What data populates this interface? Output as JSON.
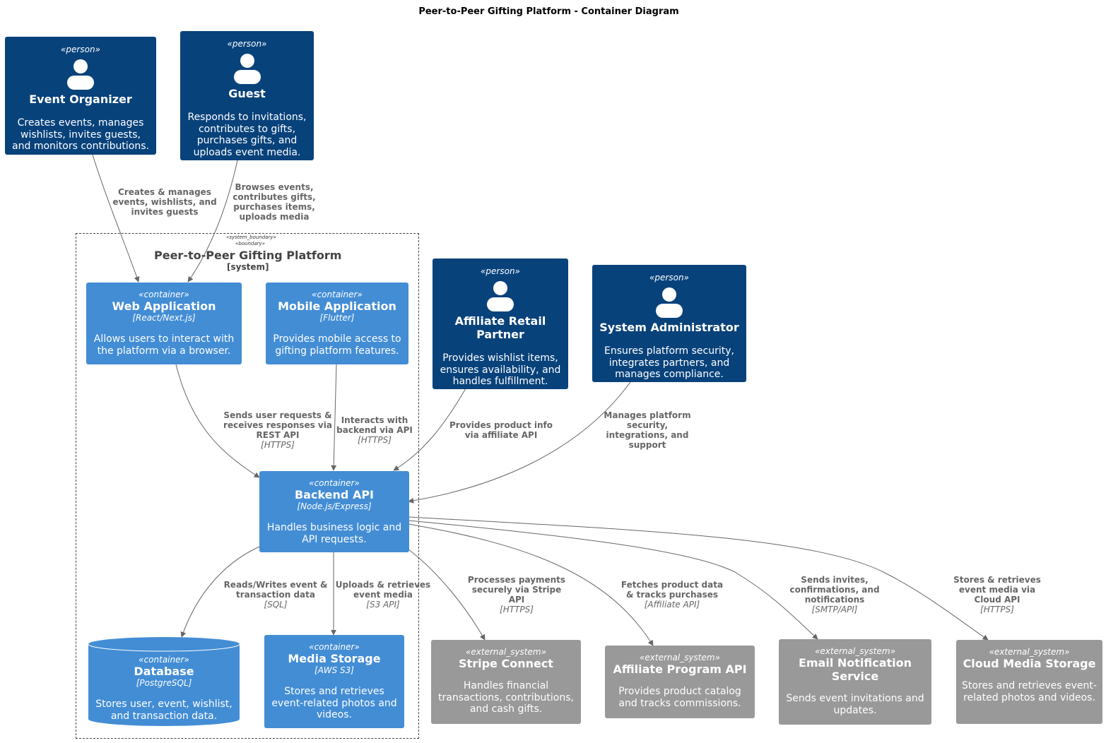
{
  "title": "Peer-to-Peer Gifting Platform - Container Diagram",
  "boundary": {
    "stereotype1": "«system_boundary»",
    "stereotype2": "«boundary»",
    "name": "Peer-to-Peer Gifting Platform",
    "type": "[system]"
  },
  "persons": {
    "organizer": {
      "stereotype": "«person»",
      "name": "Event Organizer",
      "description": "Creates events, manages wishlists, invites guests, and monitors contributions."
    },
    "guest": {
      "stereotype": "«person»",
      "name": "Guest",
      "description": "Responds to invitations, contributes to gifts, purchases gifts, and uploads event media."
    },
    "partner": {
      "stereotype": "«person»",
      "name": "Affiliate Retail Partner",
      "description": "Provides wishlist items, ensures availability, and handles fulfillment."
    },
    "admin": {
      "stereotype": "«person»",
      "name": "System Administrator",
      "description": "Ensures platform security, integrates partners, and manages compliance."
    }
  },
  "containers": {
    "web": {
      "stereotype": "«container»",
      "name": "Web Application",
      "tech": "[React/Next.js]",
      "description": "Allows users to interact with the platform via a browser."
    },
    "mobile": {
      "stereotype": "«container»",
      "name": "Mobile Application",
      "tech": "[Flutter]",
      "description": "Provides mobile access to gifting platform features."
    },
    "api": {
      "stereotype": "«container»",
      "name": "Backend API",
      "tech": "[Node.js/Express]",
      "description": "Handles business logic and API requests."
    },
    "db": {
      "stereotype": "«container»",
      "name": "Database",
      "tech": "[PostgreSQL]",
      "description": "Stores user, event, wishlist, and transaction data."
    },
    "media": {
      "stereotype": "«container»",
      "name": "Media Storage",
      "tech": "[AWS S3]",
      "description": "Stores and retrieves event-related photos and videos."
    }
  },
  "externals": {
    "stripe": {
      "stereotype": "«external_system»",
      "name": "Stripe Connect",
      "description": "Handles financial transactions, contributions, and cash gifts."
    },
    "affiliate": {
      "stereotype": "«external_system»",
      "name": "Affiliate Program API",
      "description": "Provides product catalog and tracks commissions."
    },
    "email": {
      "stereotype": "«external_system»",
      "name": "Email Notification Service",
      "description": "Sends event invitations and updates."
    },
    "cloud": {
      "stereotype": "«external_system»",
      "name": "Cloud Media Storage",
      "description": "Stores and retrieves event-related photos and videos."
    }
  },
  "relations": {
    "organizer_web": {
      "label": "Creates & manages events, wishlists, and invites guests",
      "tech": ""
    },
    "guest_web": {
      "label": "Browses events, contributes gifts, purchases items, uploads media",
      "tech": ""
    },
    "web_api": {
      "label": "Sends user requests & receives responses via REST API",
      "tech": "[HTTPS]"
    },
    "mobile_api": {
      "label": "Interacts with backend via API",
      "tech": "[HTTPS]"
    },
    "partner_api": {
      "label": "Provides product info via affiliate API",
      "tech": ""
    },
    "admin_api": {
      "label": "Manages platform security, integrations, and support",
      "tech": ""
    },
    "api_db": {
      "label": "Reads/Writes event & transaction data",
      "tech": "[SQL]"
    },
    "api_media": {
      "label": "Uploads & retrieves event media",
      "tech": "[S3 API]"
    },
    "api_stripe": {
      "label": "Processes payments securely via Stripe API",
      "tech": "[HTTPS]"
    },
    "api_affiliate": {
      "label": "Fetches product data & tracks purchases",
      "tech": "[Affiliate API]"
    },
    "api_email": {
      "label": "Sends invites, confirmations, and notifications",
      "tech": "[SMTP/API]"
    },
    "api_cloud": {
      "label": "Stores & retrieves event media via Cloud API",
      "tech": "[HTTPS]"
    }
  },
  "colors": {
    "person": "#08427b",
    "container": "#438dd5",
    "external": "#999999",
    "line": "#666666"
  },
  "icons": {
    "person": "person-icon"
  }
}
